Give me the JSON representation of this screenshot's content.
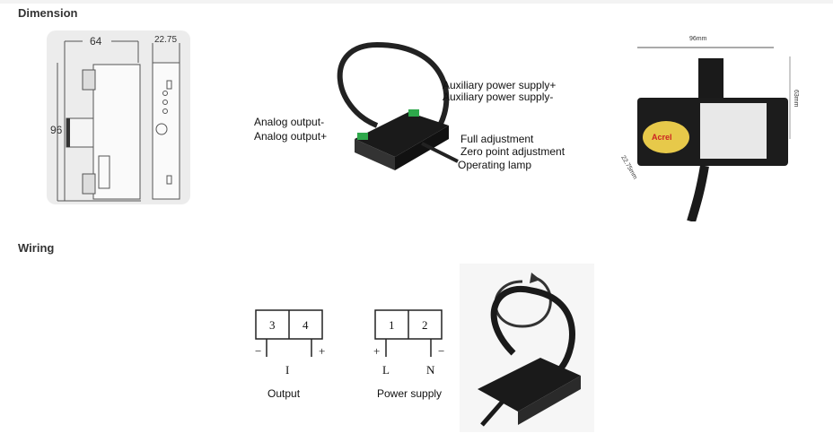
{
  "sections": {
    "dimension": "Dimension",
    "wiring": "Wiring"
  },
  "dimension_drawing": {
    "width": "64",
    "height": "96",
    "depth": "22.75"
  },
  "device_labels": {
    "aux_plus": "Auxiliary power supply+",
    "aux_minus": "Auxiliary power supply-",
    "analog_minus": "Analog output-",
    "analog_plus": "Analog output+",
    "full_adj": "Full adjustment",
    "zero_adj": "Zero point adjustment",
    "lamp": "Operating lamp"
  },
  "photo": {
    "width": "96mm",
    "height": "63mm",
    "depth": "22.75mm",
    "brand": "Acrel"
  },
  "wiring": {
    "output": {
      "terminals": [
        "3",
        "4"
      ],
      "minus": "−",
      "plus": "+",
      "signal": "I",
      "caption": "Output"
    },
    "power": {
      "terminals": [
        "1",
        "2"
      ],
      "plus": "+",
      "minus": "−",
      "l": "L",
      "n": "N",
      "caption": "Power supply"
    }
  }
}
